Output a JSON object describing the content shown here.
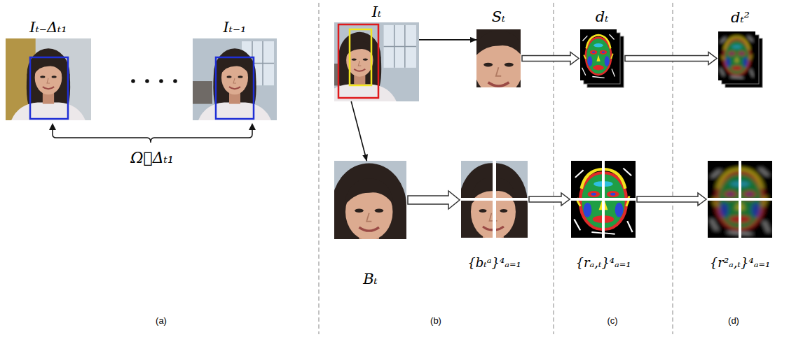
{
  "diagram": {
    "nodes": [
      {
        "text": [
          "Iₜ₋Δₜ₁"
        ]
      },
      {
        "text": [
          "Iₜ₋₁"
        ]
      },
      {
        "text": [
          "Iₜ"
        ]
      },
      {
        "text": [
          "Sₜ"
        ]
      },
      {
        "text": [
          "dₜ"
        ]
      },
      {
        "text": [
          "dₜ²"
        ]
      },
      {
        "text": [
          "Bₜ"
        ]
      },
      {
        "text": [
          "{bₜᵃ}⁴ₐ₌₁"
        ]
      },
      {
        "text": [
          "{rₐ,ₜ}⁴ₐ₌₁"
        ]
      },
      {
        "text": [
          "{r²ₐ,ₜ}⁴ₐ₌₁"
        ]
      }
    ],
    "edges": [
      {
        "from": 2,
        "to": 3,
        "arrow": "to"
      },
      {
        "from": 2,
        "to": 6,
        "arrow": "to"
      },
      {
        "from": 3,
        "to": 4,
        "arrow": "to"
      },
      {
        "from": 4,
        "to": 5,
        "arrow": "to"
      },
      {
        "from": 6,
        "to": 7,
        "arrow": "to"
      },
      {
        "from": 7,
        "to": 8,
        "arrow": "to"
      },
      {
        "from": 8,
        "to": 9,
        "arrow": "to"
      }
    ],
    "labels": [
      "Ω⃗Δₜ₁",
      "(a)",
      "(b)",
      "(c)",
      "(d)"
    ]
  }
}
